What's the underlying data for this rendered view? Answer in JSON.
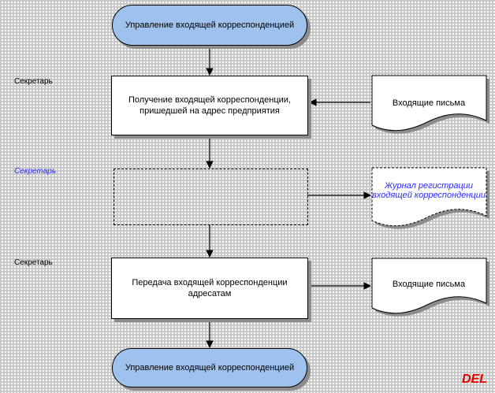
{
  "start_terminator": "Управление входящей корреспонденцией",
  "end_terminator": "Управление входящей корреспонденцией",
  "roles": {
    "role1": "Секретарь",
    "role2": "Секретарь",
    "role3": "Секретарь"
  },
  "processes": {
    "receive": "Получение входящей корреспонденции, пришедшей на адрес предприятия",
    "register": "",
    "transfer": "Передача входящей корреспонденции адресатам"
  },
  "documents": {
    "incoming_letters_1": "Входящие письма",
    "journal": "Журнал регистрации входящей корреспонденции",
    "incoming_letters_2": "Входящие письма"
  },
  "logo": "DEL",
  "colors": {
    "terminator_fill": "#9fc1ee",
    "italic_text": "#2a2aff",
    "logo": "#e00000"
  }
}
